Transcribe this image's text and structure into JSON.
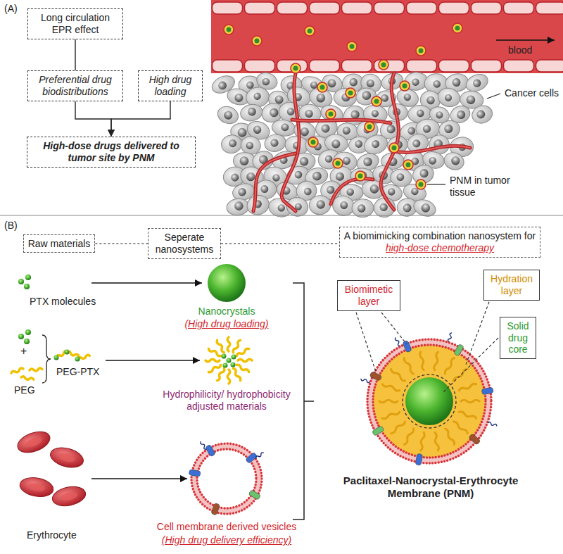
{
  "diagram": {
    "nodes": [
      {
        "text": [
          "Long circulation EPR effect"
        ]
      },
      {
        "text": [
          "Preferential drug biodistributions"
        ]
      },
      {
        "text": [
          "High drug loading"
        ]
      },
      {
        "text": [
          "High-dose drugs delivered to tumor site by PNM"
        ]
      },
      {
        "text": [
          "Raw materials"
        ]
      },
      {
        "text": [
          "Seperate nanosystems"
        ]
      },
      {
        "text": [
          "A biomimicking combination nanosystem for",
          "high-dose chemotherapy"
        ]
      },
      {
        "text": [
          "Biomimetic layer"
        ]
      },
      {
        "text": [
          "Hydration layer"
        ]
      },
      {
        "text": [
          "Solid drug core"
        ]
      }
    ],
    "edges": [
      {
        "from": 0,
        "to": 1,
        "arrow": "none"
      },
      {
        "from": 1,
        "to": 3,
        "arrow": "to"
      },
      {
        "from": 2,
        "to": 3,
        "arrow": "to"
      },
      {
        "from": 4,
        "to": 5,
        "arrow": "none"
      },
      {
        "from": 5,
        "to": 6,
        "arrow": "none"
      }
    ],
    "labels": [
      "(A)",
      "blood",
      "Cancer cells",
      "PNM in tumor tissue",
      "(B)",
      "PTX molecules",
      "+",
      "PEG",
      "PEG-PTX",
      "Nanocrystals",
      "(High drug loading)",
      "Hydrophilicity/ hydrophobicity adjusted materials",
      "Erythrocyte",
      "Cell membrane derived vesicles",
      "(High drug delivery efficiency)",
      "Paclitaxel-Nanocrystal-Erythrocyte Membrane (PNM)"
    ]
  }
}
